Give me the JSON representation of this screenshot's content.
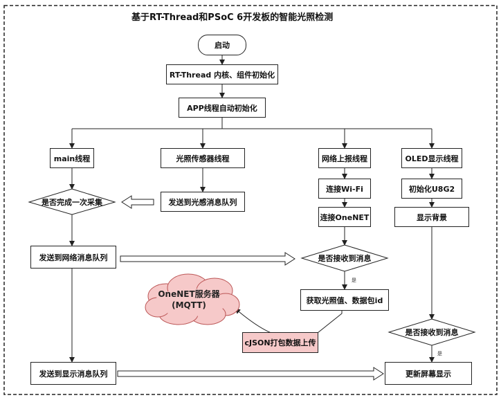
{
  "title": "基于RT-Thread和PSoC 6开发板的智能光照检测",
  "nodes": {
    "start": "启动",
    "init": "RT-Thread 内核、组件初始化",
    "app_init": "APP线程自动初始化",
    "main_thread": "main线程",
    "sensor_thread": "光照传感器线程",
    "net_thread": "网络上报线程",
    "oled_thread": "OLED显示线程",
    "collect_done": "是否完成一次采集",
    "send_sensor_queue": "发送到光感消息队列",
    "connect_wifi": "连接Wi-Fi",
    "init_u8g2": "初始化U8G2",
    "connect_onenet": "连接OneNET",
    "show_bg": "显示背景",
    "send_net_queue": "发送到网络消息队列",
    "net_recv_msg": "是否接收到消息",
    "get_light_id": "获取光照值、数据包id",
    "cjson_upload": "cJSON打包数据上传",
    "oled_recv_msg": "是否接收到消息",
    "send_display_queue": "发送到显示消息队列",
    "update_screen": "更新屏幕显示"
  },
  "cloud": {
    "line1": "OneNET服务器",
    "line2": "(MQTT)"
  },
  "edge_labels": {
    "net_yes": "是",
    "oled_yes": "是"
  }
}
